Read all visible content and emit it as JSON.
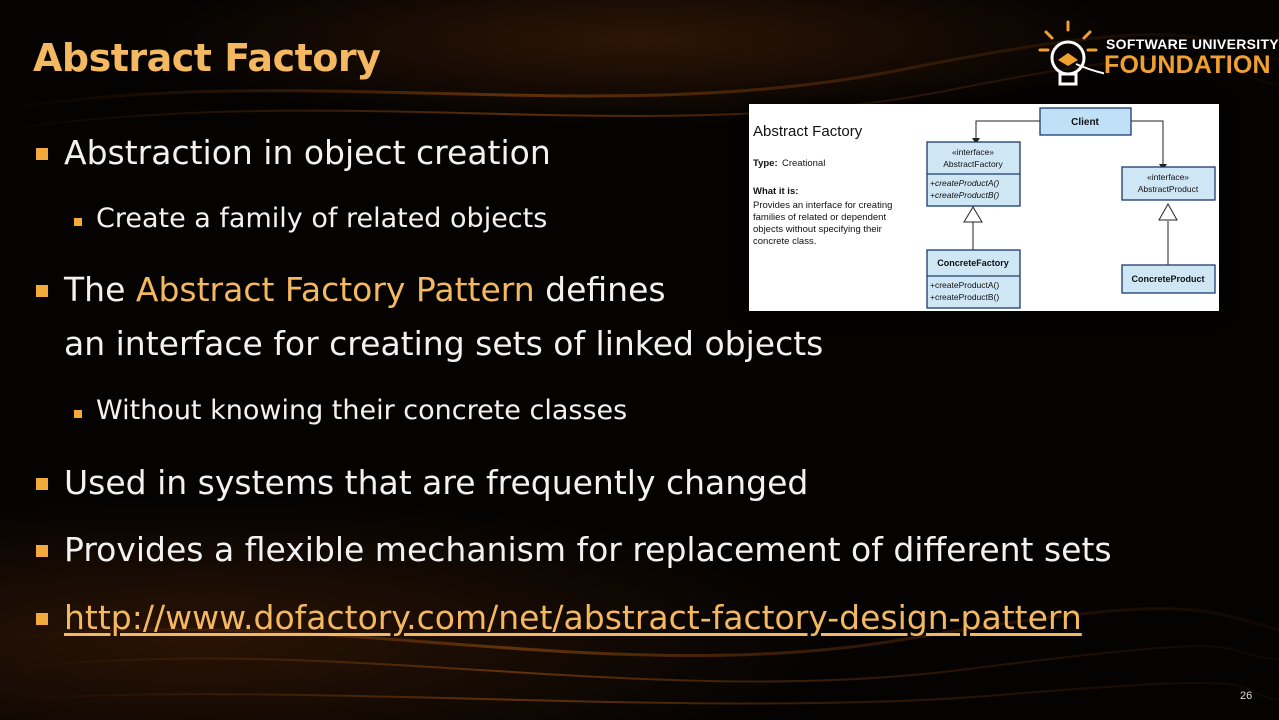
{
  "slide": {
    "title": "Abstract Factory",
    "page_number": "26",
    "logo": {
      "line1": "SOFTWARE UNIVERSITY",
      "line2": "FOUNDATION"
    },
    "bullets": {
      "b1": "Abstraction in object creation",
      "b1_sub1": "Create a family of related objects",
      "b2_pre": "The ",
      "b2_highlight": "Abstract Factory Pattern",
      "b2_post": " defines",
      "b2_line2": "an interface for creating sets of linked objects",
      "b2_sub1": "Without knowing their concrete classes",
      "b3": "Used in systems that are frequently changed",
      "b4": "Provides a flexible mechanism for replacement of different sets",
      "b5_link": "http://www.dofactory.com/net/abstract-factory-design-pattern"
    },
    "diagram": {
      "title": "Abstract Factory",
      "type_label": "Type:",
      "type_value": "Creational",
      "what_label": "What it is:",
      "what_lines": [
        "Provides an interface for creating",
        "families of related or dependent",
        "objects without specifying their",
        "concrete class."
      ],
      "client": "Client",
      "abstract_factory_stereo": "«interface»",
      "abstract_factory_name": "AbstractFactory",
      "abstract_factory_m1": "+createProductA()",
      "abstract_factory_m2": "+createProductB()",
      "abstract_product_stereo": "«interface»",
      "abstract_product_name": "AbstractProduct",
      "concrete_factory_name": "ConcreteFactory",
      "concrete_factory_m1": "+createProductA()",
      "concrete_factory_m2": "+createProductB()",
      "concrete_product_name": "ConcreteProduct"
    },
    "colors": {
      "accent": "#f4b860",
      "bullet": "#f3a93c",
      "box_fill": "#cfe6f5",
      "box_header": "#bfe0f7"
    }
  }
}
